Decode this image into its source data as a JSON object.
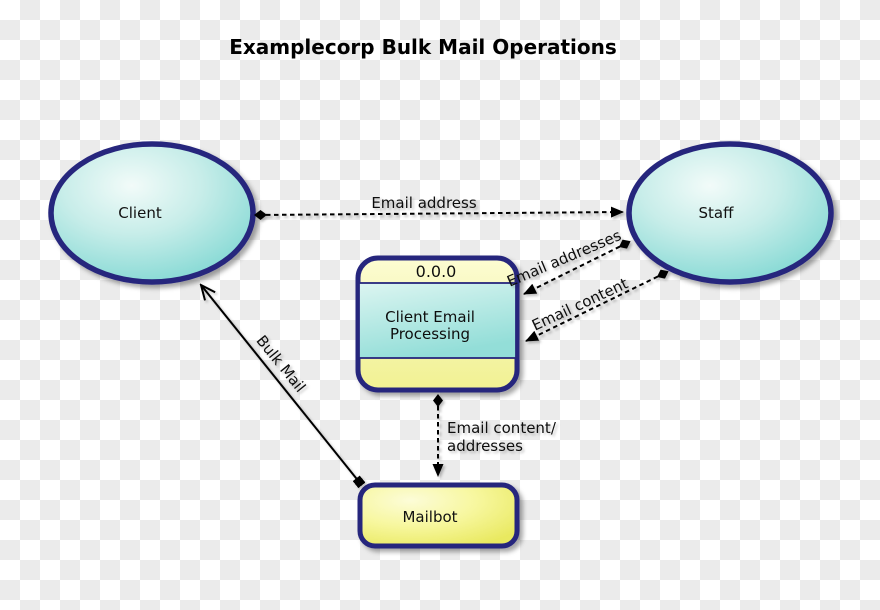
{
  "title": "Examplecorp Bulk Mail Operations",
  "colors": {
    "node_border": "#28287d",
    "cyan_fill_edge": "#7ed7d2",
    "cyan_fill_highlight": "#f2fbf9",
    "yellow_fill_edge": "#e9e960",
    "yellow_fill_highlight": "#fcfcd8",
    "arrow": "#000000",
    "text": "#111111",
    "checker_light": "#ffffff",
    "checker_dark": "#ebebeb"
  },
  "nodes": {
    "client": {
      "label": "Client"
    },
    "staff": {
      "label": "Staff"
    },
    "process": {
      "number": "0.0.0",
      "name": "Client Email Processing",
      "name_lines": [
        "Client Email",
        "Processing"
      ]
    },
    "mailbot": {
      "label": "Mailbot"
    }
  },
  "flows": {
    "email_address": {
      "label": "Email address",
      "from": "client",
      "to": "staff",
      "line_style": "dashed"
    },
    "email_addresses": {
      "label": "Email addresses",
      "from": "staff",
      "to": "process",
      "line_style": "dashed"
    },
    "email_content": {
      "label": "Email content",
      "from": "staff",
      "to": "process",
      "line_style": "dashed"
    },
    "bulk_mail": {
      "label": "Bulk Mail",
      "from": "mailbot",
      "to": "client",
      "line_style": "solid"
    },
    "email_content_addresses": {
      "label": "Email content/addresses",
      "label_lines": [
        "Email content/",
        "addresses"
      ],
      "from": "process",
      "to": "mailbot",
      "line_style": "dashed"
    }
  }
}
